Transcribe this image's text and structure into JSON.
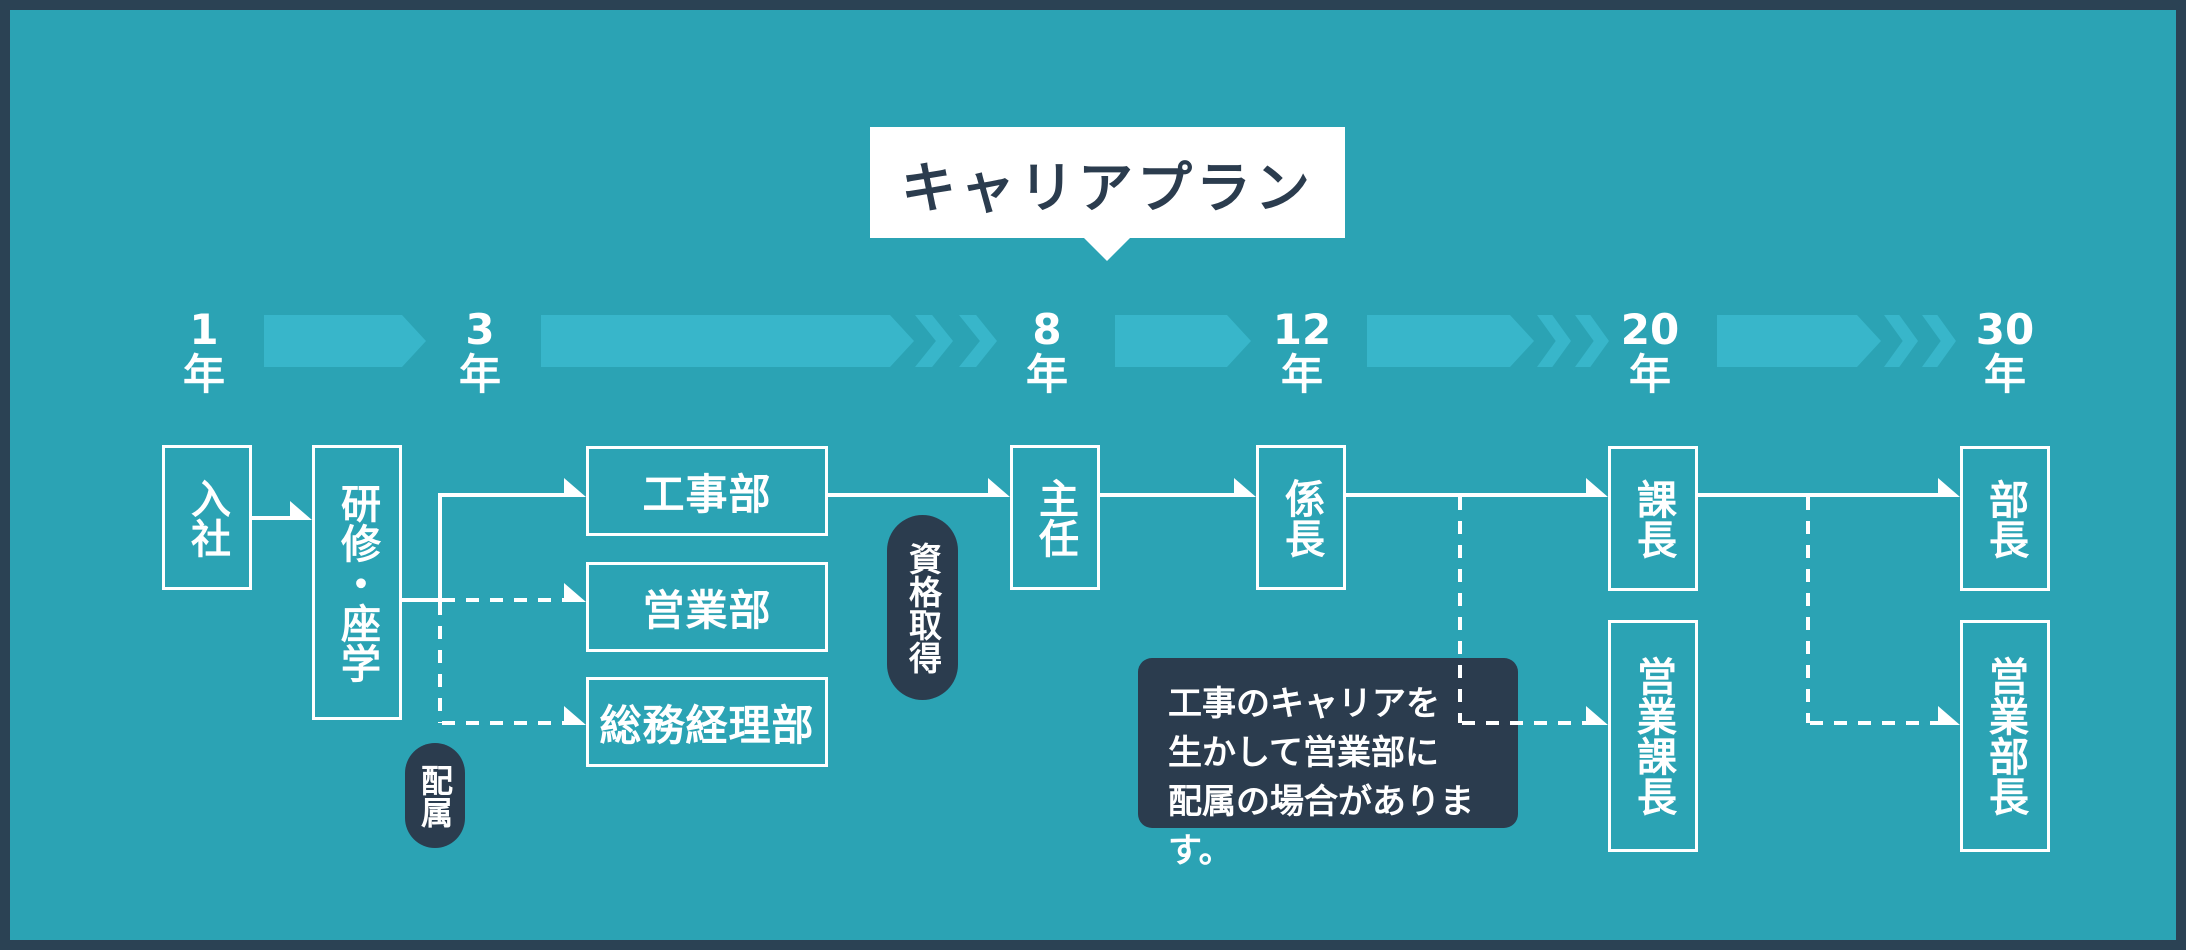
{
  "title": "キャリアプラン",
  "colors": {
    "background": "#2BA3B4",
    "frame": "#2B4254",
    "navy": "#2B3C4E",
    "arrow_cyan": "#38B6CA",
    "white": "#FFFFFF"
  },
  "timeline": {
    "unit": "年",
    "years": [
      "1",
      "3",
      "8",
      "12",
      "20",
      "30"
    ]
  },
  "boxes": {
    "nyusha": "入社",
    "kenshu": "研修・座学",
    "kojibu": "工事部",
    "eigyobu": "営業部",
    "somukeiribu": "総務経理部",
    "shunin": "主任",
    "kakaricho": "係長",
    "kacho": "課長",
    "eigyokacho": "営業課長",
    "bucho": "部長",
    "eigyobucho": "営業部長"
  },
  "pills": {
    "haizoku": "配属",
    "shikaku": "資格取得"
  },
  "tooltip": {
    "line1": "工事のキャリアを",
    "line2": "生かして営業部に",
    "line3": "配属の場合があります。"
  }
}
